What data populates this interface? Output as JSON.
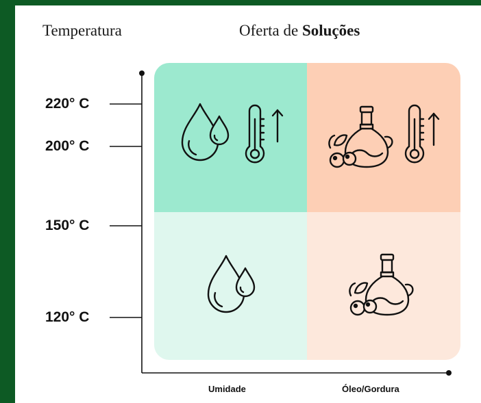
{
  "header": {
    "left_title": "Temperatura",
    "right_title_regular": "Oferta de",
    "right_title_bold": "Soluções"
  },
  "y_axis": {
    "ticks": [
      "220° C",
      "200° C",
      "150° C",
      "120° C"
    ]
  },
  "x_axis": {
    "labels": [
      "Umidade",
      "Óleo/Gordura"
    ]
  },
  "quadrants": {
    "top_left": {
      "icons": [
        "water-drops-icon",
        "thermometer-icon",
        "arrow-up-icon"
      ],
      "color": "#9ce9cf"
    },
    "top_right": {
      "icons": [
        "oil-bottle-olives-icon",
        "thermometer-icon",
        "arrow-up-icon"
      ],
      "color": "#fdcfb5"
    },
    "bottom_left": {
      "icons": [
        "water-drops-icon"
      ],
      "color": "#dff7ee"
    },
    "bottom_right": {
      "icons": [
        "oil-bottle-olives-icon"
      ],
      "color": "#fde8dc"
    }
  },
  "colors": {
    "frame": "#0d5a24",
    "ink": "#111111"
  }
}
